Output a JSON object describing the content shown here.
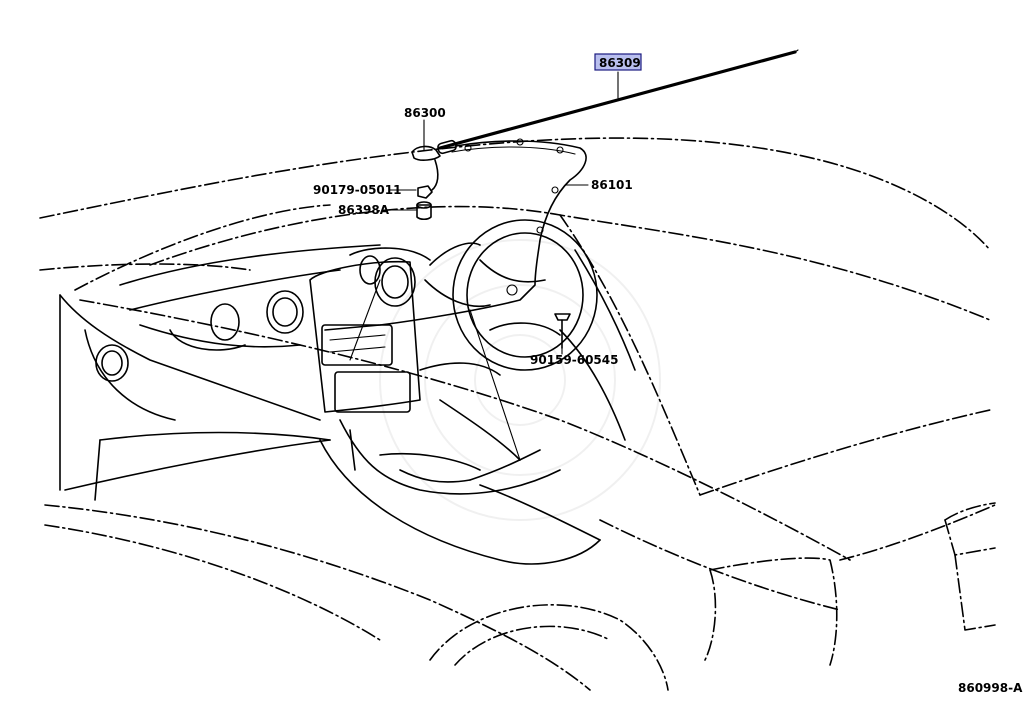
{
  "labels": {
    "antenna_rod": "86309",
    "antenna_base": "86300",
    "nut": "90179-05011",
    "cap": "86398A",
    "cord": "86101",
    "screw": "90159-60545",
    "diagram_id": "860998-A"
  },
  "highlight_color": "#b9bfee"
}
